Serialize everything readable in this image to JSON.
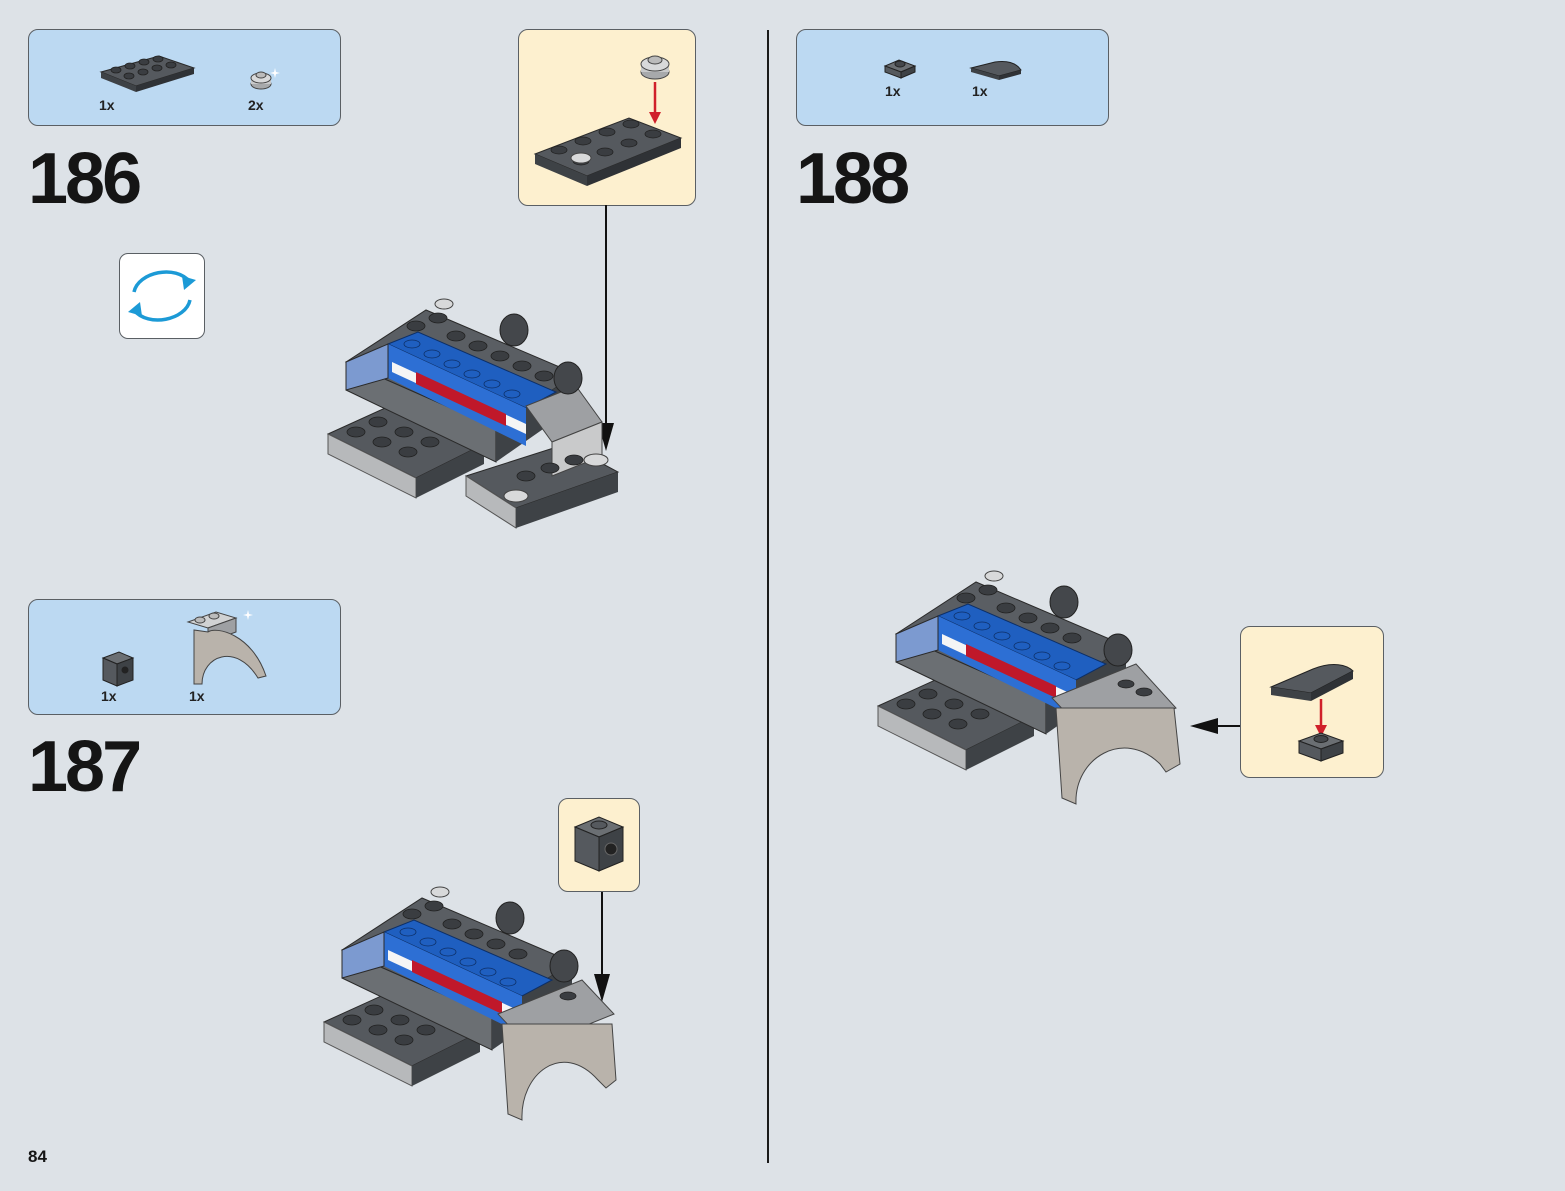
{
  "page_number": "84",
  "steps": [
    {
      "number": "186",
      "parts": [
        {
          "qty": "1x",
          "icon": "dark-gray-plate-2x4-icon"
        },
        {
          "qty": "2x",
          "icon": "light-gray-round-plate-1x1-icon"
        }
      ],
      "rotate_icon": "rotate-model-icon"
    },
    {
      "number": "187",
      "parts": [
        {
          "qty": "1x",
          "icon": "dark-gray-brick-1x1-stud-icon"
        },
        {
          "qty": "1x",
          "icon": "light-gray-arch-icon"
        }
      ]
    },
    {
      "number": "188",
      "parts": [
        {
          "qty": "1x",
          "icon": "dark-gray-plate-1x1-icon"
        },
        {
          "qty": "1x",
          "icon": "dark-gray-curved-slope-icon"
        }
      ]
    }
  ],
  "colors": {
    "background": "#dde2e7",
    "parts_box": "#bcd9f2",
    "callout_box": "#fdf0cf",
    "arrow_red": "#d0202a",
    "brick_blue": "#1f5fc0",
    "brick_red": "#c0182a"
  }
}
